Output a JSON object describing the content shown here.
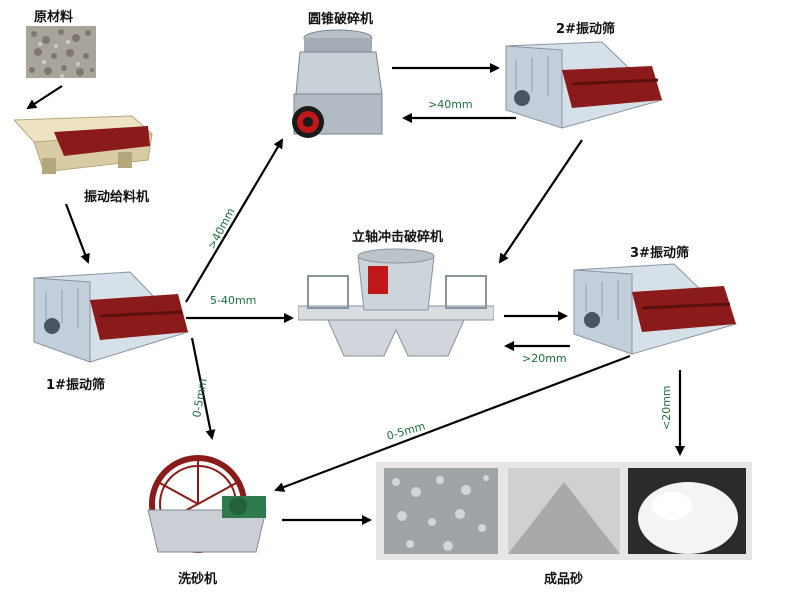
{
  "nodes": {
    "raw_material": "原材料",
    "cone_crusher": "圆锥破碎机",
    "screen_2": "2#振动筛",
    "feeder": "振动给料机",
    "vsi_crusher": "立轴冲击破碎机",
    "screen_3": "3#振动筛",
    "screen_1": "1#振动筛",
    "sand_washer": "洗砂机",
    "finished_sand": "成品砂"
  },
  "edges": {
    "screen1_to_cone": ">40mm",
    "screen2_to_cone": ">40mm",
    "screen1_to_vsi": "5-40mm",
    "screen1_to_washer": "0-5mm",
    "screen3_to_vsi": ">20mm",
    "screen3_to_washer": "0-5mm",
    "screen3_to_product": "<20mm"
  },
  "colors": {
    "machine_frame": "#c8d3dc",
    "machine_accent": "#8b1a1a",
    "arrow": "#000000",
    "label_green": "#1f6f3f"
  }
}
